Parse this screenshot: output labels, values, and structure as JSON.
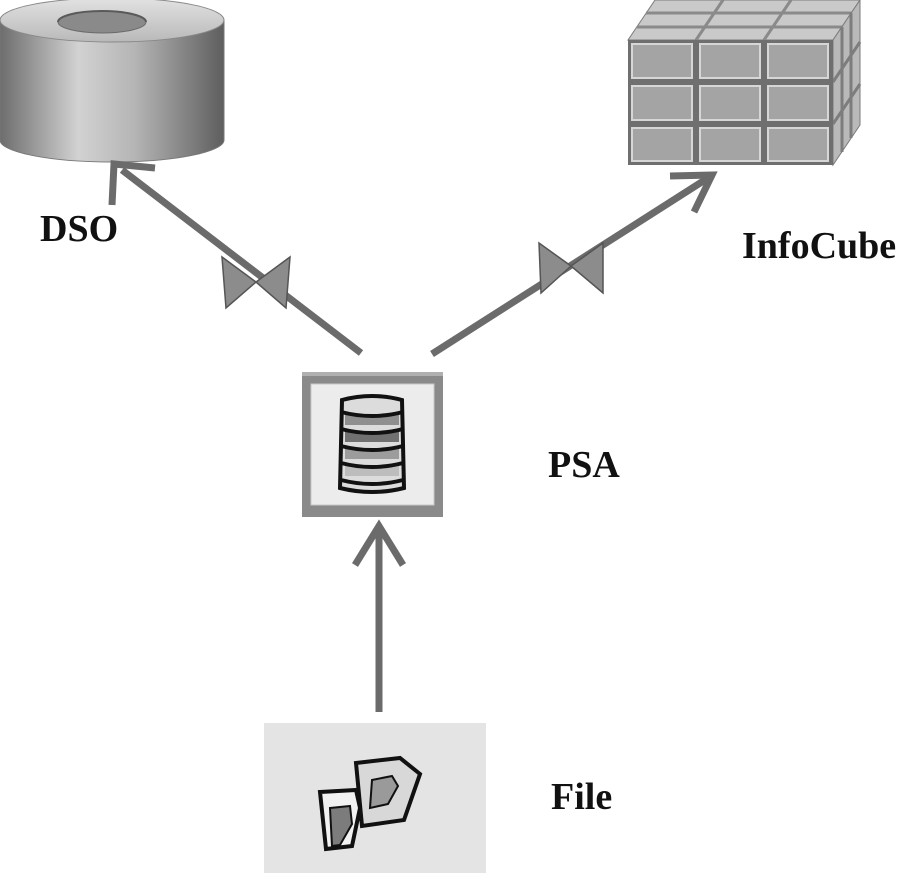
{
  "nodes": {
    "dso": {
      "label": "DSO",
      "icon": "cylinder-icon"
    },
    "infocube": {
      "label": "InfoCube",
      "icon": "cube-icon"
    },
    "psa": {
      "label": "PSA",
      "icon": "psa-database-icon"
    },
    "file": {
      "label": "File",
      "icon": "flat-file-icon"
    }
  },
  "edges": [
    {
      "from": "File",
      "to": "PSA",
      "transformation": false
    },
    {
      "from": "PSA",
      "to": "DSO",
      "transformation": true
    },
    {
      "from": "PSA",
      "to": "InfoCube",
      "transformation": true
    }
  ],
  "colors": {
    "arrow": "#6b6b6b",
    "cylinder_body": "#a8a8a8",
    "cube_face": "#9a9a9a",
    "psa_frame": "#8a8a8a",
    "file_bg": "#e4e4e4"
  }
}
